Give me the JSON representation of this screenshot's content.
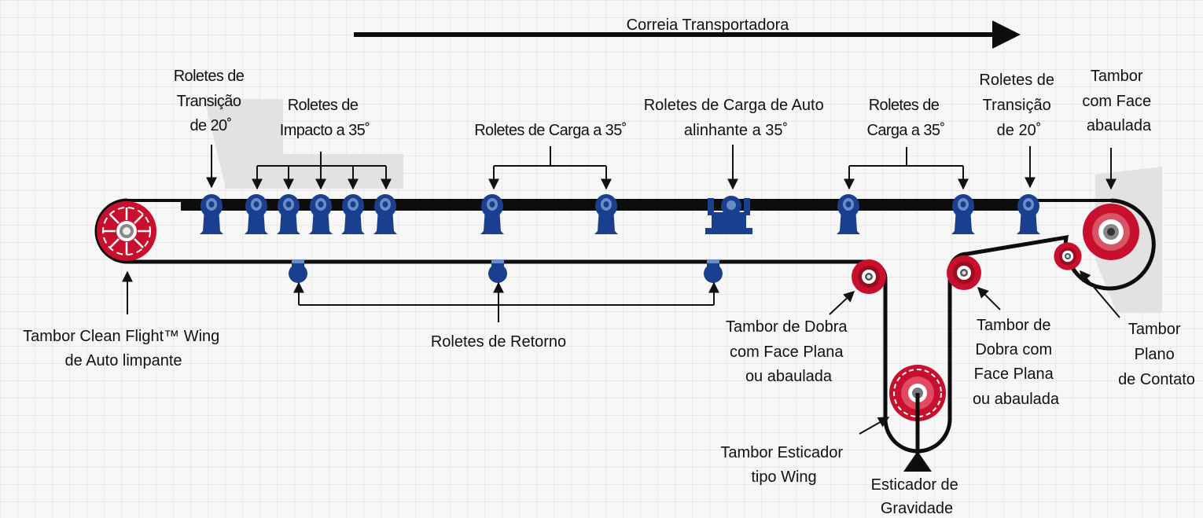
{
  "title": "Correia Transportadora",
  "labels": {
    "transition_left": [
      "Roletes de",
      "Transição",
      "de 20˚"
    ],
    "impact": [
      "Roletes de",
      "Impacto a 35˚"
    ],
    "carry_center": "Roletes de Carga a 35˚",
    "self_align": [
      "Roletes de Carga de Auto",
      "alinhante a 35˚"
    ],
    "carry_right": [
      "Roletes de",
      "Carga a 35˚"
    ],
    "transition_right": [
      "Roletes de",
      "Transição",
      "de  20˚"
    ],
    "crowned_head": [
      "Tambor",
      "com Face",
      "abaulada"
    ],
    "wing_pulley": [
      "Tambor Clean Flight™ Wing",
      "de Auto limpante"
    ],
    "return_idlers": "Roletes de Retorno",
    "bend_left": [
      "Tambor de Dobra",
      "com Face Plana",
      "ou abaulada"
    ],
    "bend_right": [
      "Tambor de",
      "Dobra com",
      "Face Plana",
      "ou abaulada"
    ],
    "snub": [
      "Tambor",
      "Plano",
      "de Contato"
    ],
    "take_up_wing": [
      "Tambor Esticador",
      "tipo Wing"
    ],
    "gravity_take_up": [
      "Esticador de",
      "Gravidade"
    ]
  },
  "colors": {
    "belt": "#0d0d0d",
    "pulley_red": "#c8102e",
    "idler_blue": "#1b3f8f",
    "load_zone": "#e2e2e2"
  }
}
